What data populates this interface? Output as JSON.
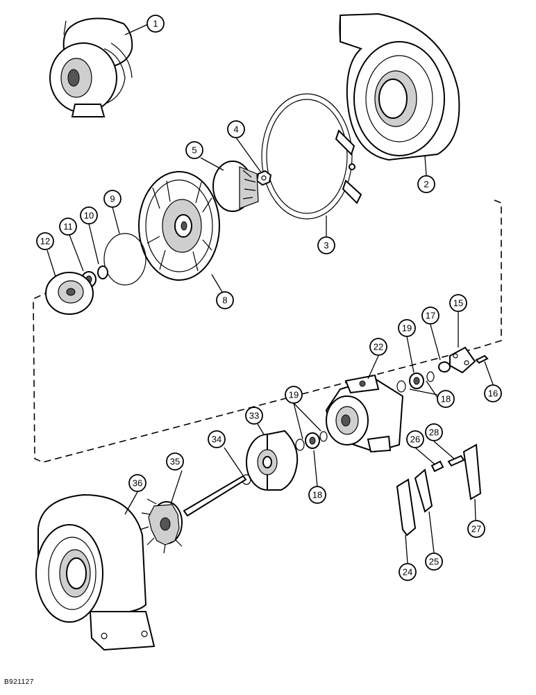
{
  "figure_code": "B921127",
  "callouts": [
    {
      "id": "1",
      "label": "1"
    },
    {
      "id": "2",
      "label": "2"
    },
    {
      "id": "3",
      "label": "3"
    },
    {
      "id": "4",
      "label": "4"
    },
    {
      "id": "5",
      "label": "5"
    },
    {
      "id": "8",
      "label": "8"
    },
    {
      "id": "9",
      "label": "9"
    },
    {
      "id": "10",
      "label": "10"
    },
    {
      "id": "11",
      "label": "11"
    },
    {
      "id": "12",
      "label": "12"
    },
    {
      "id": "15",
      "label": "15"
    },
    {
      "id": "16",
      "label": "16"
    },
    {
      "id": "17",
      "label": "17"
    },
    {
      "id": "18a",
      "label": "18"
    },
    {
      "id": "18b",
      "label": "18"
    },
    {
      "id": "19a",
      "label": "19"
    },
    {
      "id": "19b",
      "label": "19"
    },
    {
      "id": "22",
      "label": "22"
    },
    {
      "id": "24",
      "label": "24"
    },
    {
      "id": "25",
      "label": "25"
    },
    {
      "id": "26",
      "label": "26"
    },
    {
      "id": "27",
      "label": "27"
    },
    {
      "id": "28",
      "label": "28"
    },
    {
      "id": "33",
      "label": "33"
    },
    {
      "id": "34",
      "label": "34"
    },
    {
      "id": "35",
      "label": "35"
    },
    {
      "id": "36",
      "label": "36"
    }
  ]
}
